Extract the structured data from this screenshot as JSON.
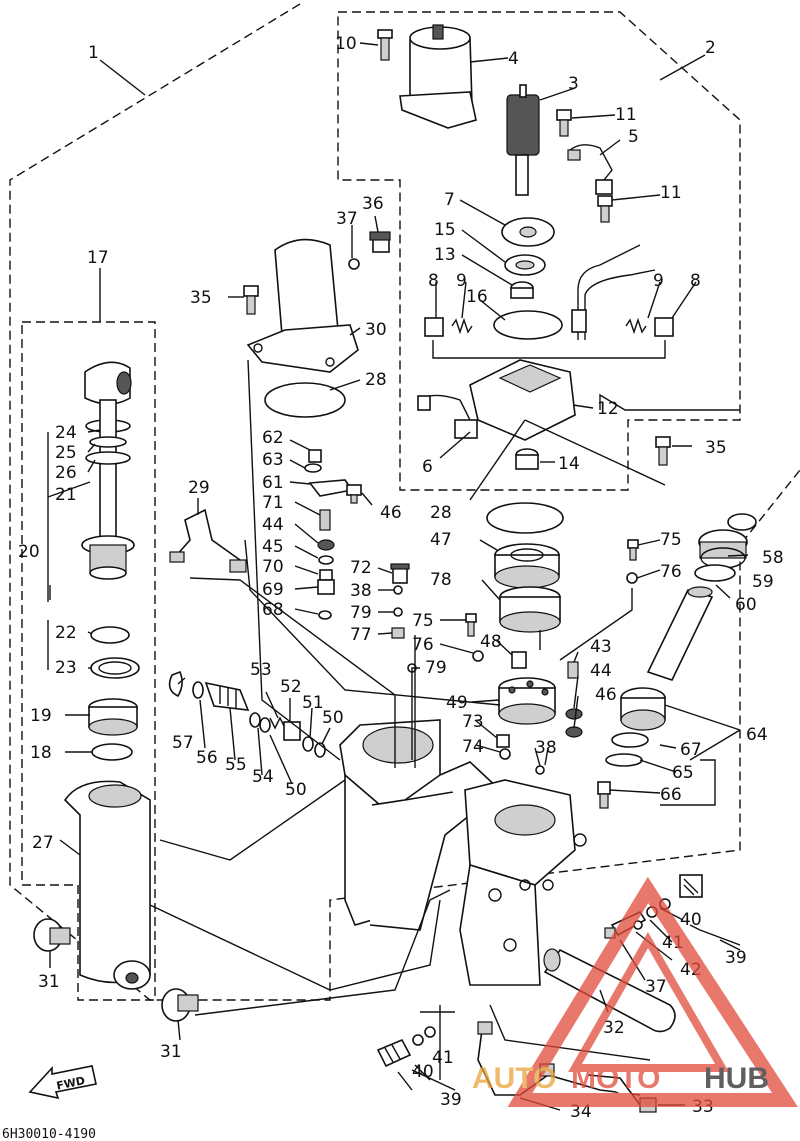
{
  "diagram_code": "6H30010-4190",
  "direction_label": "FWD",
  "watermark": {
    "brand_auto": "AUTO",
    "brand_moto": "MOTO",
    "brand_hub": "HUB",
    "colors": {
      "auto": "#e8a23a",
      "moto": "#e14b3b",
      "hub": "#2a2a2a",
      "triangle": "#e14b3b"
    }
  },
  "part_labels": {
    "p1": "1",
    "p2": "2",
    "p3": "3",
    "p4": "4",
    "p5": "5",
    "p6": "6",
    "p7": "7",
    "p8a": "8",
    "p8b": "8",
    "p9a": "9",
    "p9b": "9",
    "p10": "10",
    "p11a": "11",
    "p11b": "11",
    "p12": "12",
    "p13": "13",
    "p14": "14",
    "p15": "15",
    "p16": "16",
    "p17": "17",
    "p18": "18",
    "p19": "19",
    "p20": "20",
    "p21": "21",
    "p22": "22",
    "p23": "23",
    "p24": "24",
    "p25": "25",
    "p26": "26",
    "p27": "27",
    "p28a": "28",
    "p28b": "28",
    "p29": "29",
    "p30": "30",
    "p31a": "31",
    "p31b": "31",
    "p32": "32",
    "p33": "33",
    "p34": "34",
    "p35a": "35",
    "p35b": "35",
    "p36": "36",
    "p37a": "37",
    "p37b": "37",
    "p38a": "38",
    "p38b": "38",
    "p39a": "39",
    "p39b": "39",
    "p40a": "40",
    "p40b": "40",
    "p41a": "41",
    "p41b": "41",
    "p42": "42",
    "p43": "43",
    "p44a": "44",
    "p44b": "44",
    "p45": "45",
    "p46a": "46",
    "p46b": "46",
    "p47": "47",
    "p48": "48",
    "p49": "49",
    "p50a": "50",
    "p50b": "50",
    "p51": "51",
    "p52": "52",
    "p53": "53",
    "p54": "54",
    "p55": "55",
    "p56": "56",
    "p57": "57",
    "p58": "58",
    "p59": "59",
    "p60": "60",
    "p61": "61",
    "p62": "62",
    "p63": "63",
    "p64": "64",
    "p65": "65",
    "p66": "66",
    "p67": "67",
    "p68": "68",
    "p69": "69",
    "p70": "70",
    "p71": "71",
    "p72": "72",
    "p73": "73",
    "p74": "74",
    "p75a": "75",
    "p75b": "75",
    "p76a": "76",
    "p76b": "76",
    "p77": "77",
    "p78": "78",
    "p79a": "79",
    "p79b": "79"
  }
}
